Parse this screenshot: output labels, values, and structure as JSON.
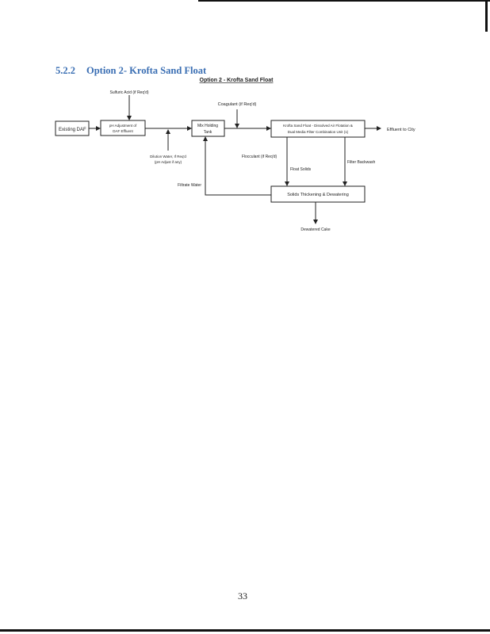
{
  "section": {
    "number": "5.2.2",
    "title": "Option 2- Krofta Sand Float"
  },
  "diagram": {
    "title": "Option 2 - Krofta Sand Float",
    "nodes": {
      "existing_daf": "Existing DAF",
      "ph_adjust_1": "pH Adjustment of",
      "ph_adjust_2": "DAF Effluent",
      "mix_tank_1": "Mix Holding",
      "mix_tank_2": "Tank",
      "krofta_1": "Krofta Sand Float - Dissolved Air Flotation &",
      "krofta_2": "Dual Media Filter Combination Unit (1)",
      "solids": "Solids Thickening & Dewatering"
    },
    "labels": {
      "sulfuric_acid": "Sulfuric Acid (if Req'd)",
      "coagulant": "Coagulant (if Req'd)",
      "effluent": "Effluent to City",
      "dilution_1": "Dilution Water, If Req'd",
      "dilution_2": "(pH Adjust if any)",
      "flocculant": "Flocculant (if Req'd)",
      "float_solids": "Float Solids",
      "filter_backwash": "Filter Backwash",
      "filtrate": "Filtrate Water",
      "cake": "Dewatered Cake"
    }
  },
  "page_number": "33"
}
